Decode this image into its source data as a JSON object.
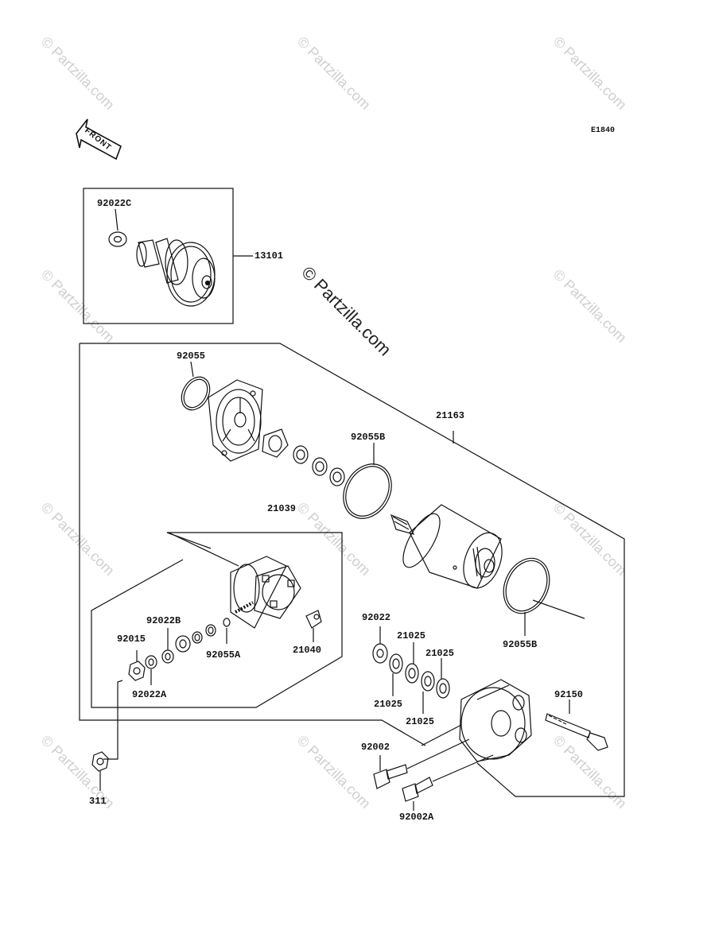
{
  "diagram_code": "E1840",
  "front_label": "FRONT",
  "watermark": "© Partzilla.com",
  "parts": {
    "p92022C": "92022C",
    "p13101": "13101",
    "p92055": "92055",
    "p21163": "21163",
    "p92055B_top": "92055B",
    "p21039": "21039",
    "p92022B": "92022B",
    "p92015": "92015",
    "p92055A": "92055A",
    "p21040": "21040",
    "p92022A": "92022A",
    "p311": "311",
    "p92022": "92022",
    "p21025_a": "21025",
    "p21025_b": "21025",
    "p21025_c": "21025",
    "p21025_d": "21025",
    "p92055B_bottom": "92055B",
    "p92150": "92150",
    "p92002": "92002",
    "p92002A": "92002A"
  }
}
